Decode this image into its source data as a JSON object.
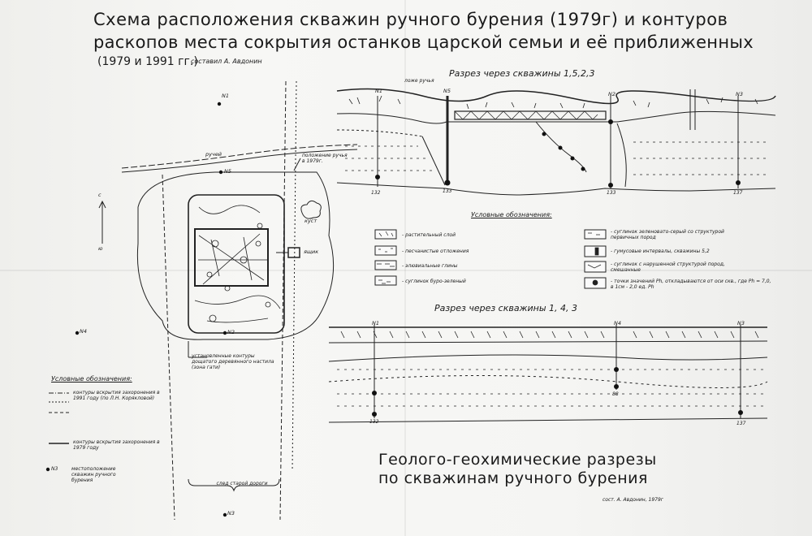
{
  "title": {
    "line1": "Схема расположения скважин ручного бурения (1979г) и контуров",
    "line2": "раскопов места сокрытия останков царской семьи и её приближенных",
    "line3": "(1979 и 1991 гг.)",
    "compiled_by": "составил А. Авдонин"
  },
  "plan": {
    "wells": [
      "N1",
      "N5",
      "N2",
      "N4",
      "N3"
    ],
    "stream": "ручей",
    "stream_1979": "положение ручья в 1979г.",
    "bush": "куст",
    "box": "ящик",
    "north": "с",
    "south": "ю",
    "wooden_floor": "установленные контуры дощатого деревянного настила (зона гати)",
    "old_road": "след старой дороги"
  },
  "plan_legend": {
    "title": "Условные обозначения:",
    "items": [
      "контуры вскрытия захоронения в 1991 году (по Л.Н. Корякловой)",
      "контуры вскрытия захоронения в 1979 году",
      "местоположение скважин ручного бурения"
    ],
    "well_code": "N3"
  },
  "section1": {
    "title": "Разрез через скважины 1,5,2,3",
    "streambed": "ложе ручья",
    "wells": [
      "N1",
      "N5",
      "N2",
      "N3"
    ],
    "depths": [
      "132",
      "133",
      "133",
      "137"
    ]
  },
  "section_legend": {
    "title": "Условные обозначения:",
    "left": [
      "- растительный слой",
      "- песчанистые отложения",
      "- элювиальные глины",
      "- суглинок буро-зеленый"
    ],
    "right": [
      "- суглинок зеленовато-серый со структурой первичных пород",
      "- гумусовые интервалы, скважины 5,2",
      "- суглинок с нарушенной структурой пород, смешанные",
      "- точки значений Ph, откладываются от оси скв., где Ph = 7,0, в 1см - 2,0 ед. Ph"
    ]
  },
  "section2": {
    "title": "Разрез через скважины 1, 4, 3",
    "wells": [
      "N1",
      "N4",
      "N3"
    ],
    "depths": [
      "132",
      "88",
      "137"
    ]
  },
  "footer": {
    "line1": "Геолого-геохимические разрезы",
    "line2": "по скважинам ручного бурения",
    "compiled_by": "сост. А. Авдонин, 1979г"
  }
}
